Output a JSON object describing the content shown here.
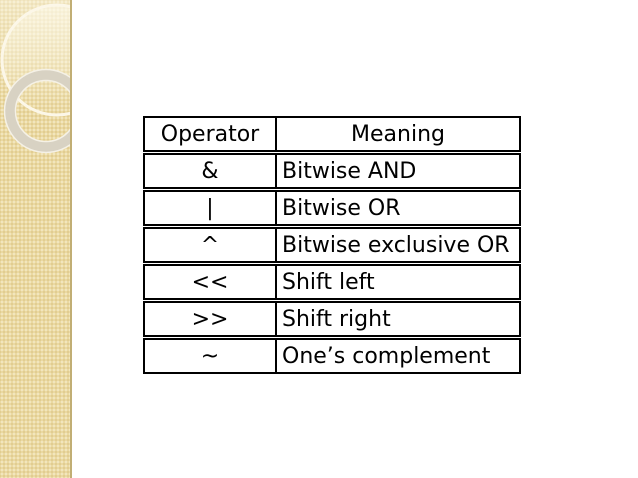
{
  "slide": {
    "background": "#ffffff"
  },
  "sidebar": {
    "fill": "#ebd9a0",
    "edge": "#c1ae74",
    "circle_stroke": "#fcf7e8",
    "ring_color": "#d8d2c3",
    "ring_edge": "#f5f1e6"
  },
  "table": {
    "header": {
      "operator": "Operator",
      "meaning": "Meaning"
    },
    "rows": [
      {
        "operator": "&",
        "meaning": "Bitwise AND"
      },
      {
        "operator": "|",
        "meaning": "Bitwise OR"
      },
      {
        "operator": "^",
        "meaning": "Bitwise exclusive OR"
      },
      {
        "operator": "<<",
        "meaning": "Shift left"
      },
      {
        "operator": ">>",
        "meaning": "Shift right"
      },
      {
        "operator": "~",
        "meaning": "One’s complement"
      }
    ]
  }
}
